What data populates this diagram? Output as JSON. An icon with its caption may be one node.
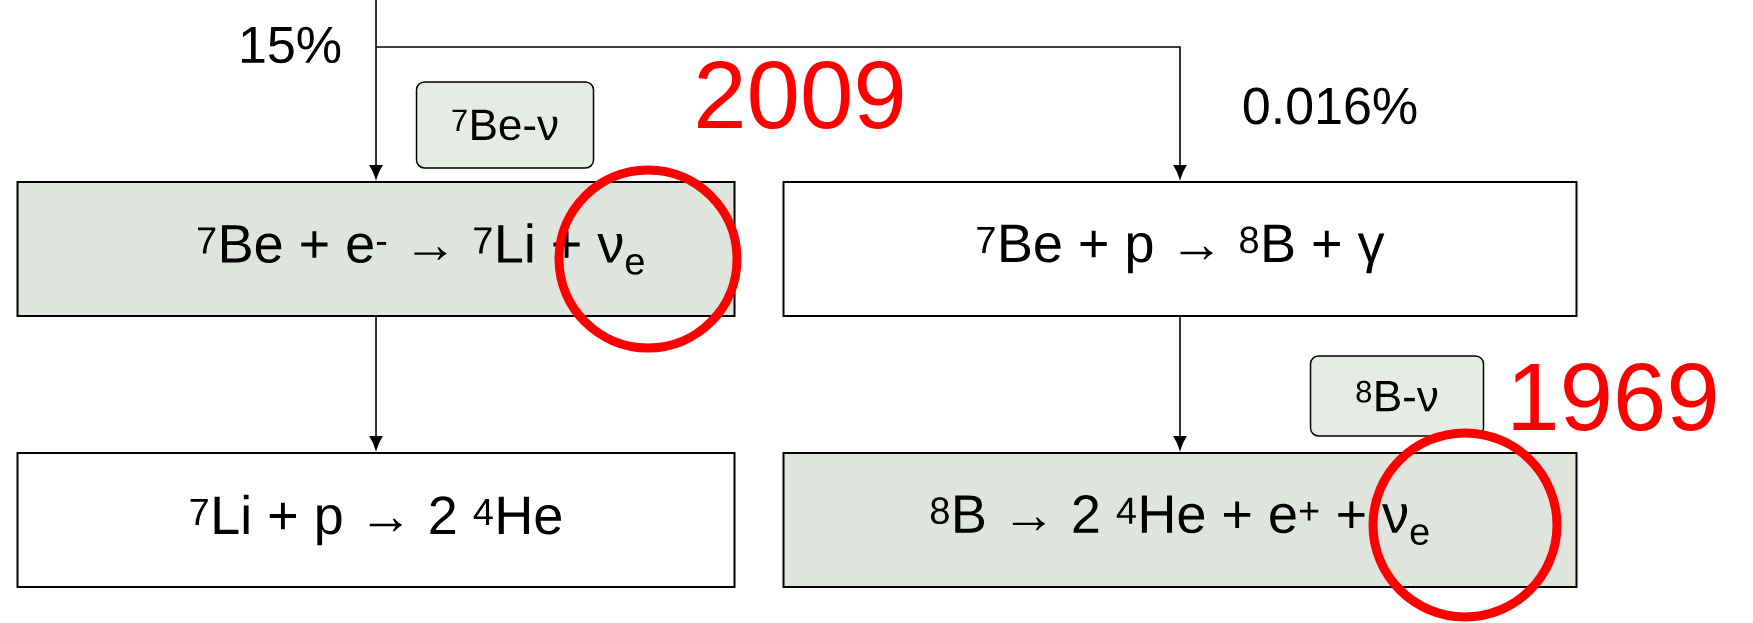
{
  "diagram": {
    "nodes": [
      {
        "text": [
          "$^{7}$Be-ν"
        ],
        "beside": [
          "2009"
        ]
      },
      {
        "text": [
          "$^{7}$Be + e$^{-}$ → $^{7}$Li + ν$_{e}$"
        ]
      },
      {
        "text": [
          "$^{7}$Be + p → $^{8}$B + γ"
        ]
      },
      {
        "text": [
          "$^{8}$B-ν"
        ],
        "beside": [
          "1969"
        ]
      },
      {
        "text": [
          "$^{7}$Li + p → 2 $^{4}$He"
        ]
      },
      {
        "text": [
          "$^{8}$B → 2 $^{4}$He + e$^{+}$ + ν$_{e}$"
        ]
      }
    ],
    "edges": [
      {
        "from": null,
        "to": 1,
        "arrow": "to",
        "label": "15%"
      },
      {
        "from": null,
        "to": 2,
        "arrow": "to",
        "label": "0.016%"
      },
      {
        "from": 1,
        "to": 4,
        "arrow": "to"
      },
      {
        "from": 2,
        "to": 5,
        "arrow": "to"
      }
    ]
  }
}
